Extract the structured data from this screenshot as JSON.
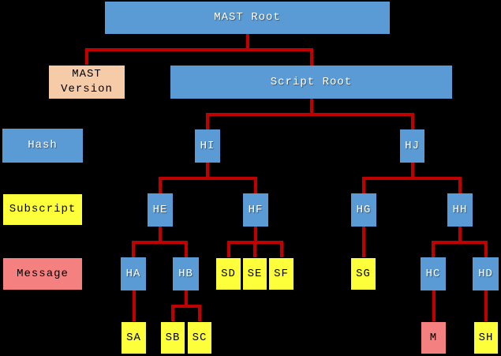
{
  "diagram": {
    "name": "MAST tree structure",
    "background": "#000000",
    "colors": {
      "hash": "#5B9BD5",
      "subscript": "#FEFF3B",
      "message": "#F4807F",
      "version": "#F6CBA8",
      "connector": "#C00000",
      "text_on_hash": "#FFFFFF",
      "text_on_light": "#000000"
    },
    "nodes": [
      {
        "id": "mast-root",
        "label": "MAST Root",
        "kind": "hash"
      },
      {
        "id": "mast-version",
        "label": "MAST Version",
        "kind": "version"
      },
      {
        "id": "script-root",
        "label": "Script Root",
        "kind": "hash"
      },
      {
        "id": "legend-hash",
        "label": "Hash",
        "kind": "hash"
      },
      {
        "id": "legend-subscript",
        "label": "Subscript",
        "kind": "subscript"
      },
      {
        "id": "legend-message",
        "label": "Message",
        "kind": "message"
      },
      {
        "id": "hi",
        "label": "HI",
        "kind": "hash"
      },
      {
        "id": "hj",
        "label": "HJ",
        "kind": "hash"
      },
      {
        "id": "he",
        "label": "HE",
        "kind": "hash"
      },
      {
        "id": "hf",
        "label": "HF",
        "kind": "hash"
      },
      {
        "id": "hg",
        "label": "HG",
        "kind": "hash"
      },
      {
        "id": "hh",
        "label": "HH",
        "kind": "hash"
      },
      {
        "id": "ha",
        "label": "HA",
        "kind": "hash"
      },
      {
        "id": "hb",
        "label": "HB",
        "kind": "hash"
      },
      {
        "id": "sd",
        "label": "SD",
        "kind": "subscript"
      },
      {
        "id": "se",
        "label": "SE",
        "kind": "subscript"
      },
      {
        "id": "sf",
        "label": "SF",
        "kind": "subscript"
      },
      {
        "id": "sg",
        "label": "SG",
        "kind": "subscript"
      },
      {
        "id": "hc",
        "label": "HC",
        "kind": "hash"
      },
      {
        "id": "hd",
        "label": "HD",
        "kind": "hash"
      },
      {
        "id": "sa",
        "label": "SA",
        "kind": "subscript"
      },
      {
        "id": "sb",
        "label": "SB",
        "kind": "subscript"
      },
      {
        "id": "sc",
        "label": "SC",
        "kind": "subscript"
      },
      {
        "id": "m",
        "label": "M",
        "kind": "message"
      },
      {
        "id": "sh",
        "label": "SH",
        "kind": "subscript"
      }
    ],
    "edges": [
      {
        "parent": "mast-root",
        "children": [
          "mast-version",
          "script-root"
        ]
      },
      {
        "parent": "script-root",
        "children": [
          "hi",
          "hj"
        ]
      },
      {
        "parent": "hi",
        "children": [
          "he",
          "hf"
        ]
      },
      {
        "parent": "hj",
        "children": [
          "hg",
          "hh"
        ]
      },
      {
        "parent": "he",
        "children": [
          "ha",
          "hb"
        ]
      },
      {
        "parent": "hf",
        "children": [
          "sd",
          "se",
          "sf"
        ]
      },
      {
        "parent": "hg",
        "children": [
          "sg"
        ]
      },
      {
        "parent": "hh",
        "children": [
          "hc",
          "hd"
        ]
      },
      {
        "parent": "ha",
        "children": [
          "sa"
        ]
      },
      {
        "parent": "hb",
        "children": [
          "sb",
          "sc"
        ]
      },
      {
        "parent": "hc",
        "children": [
          "m"
        ]
      },
      {
        "parent": "hd",
        "children": [
          "sh"
        ]
      }
    ]
  }
}
